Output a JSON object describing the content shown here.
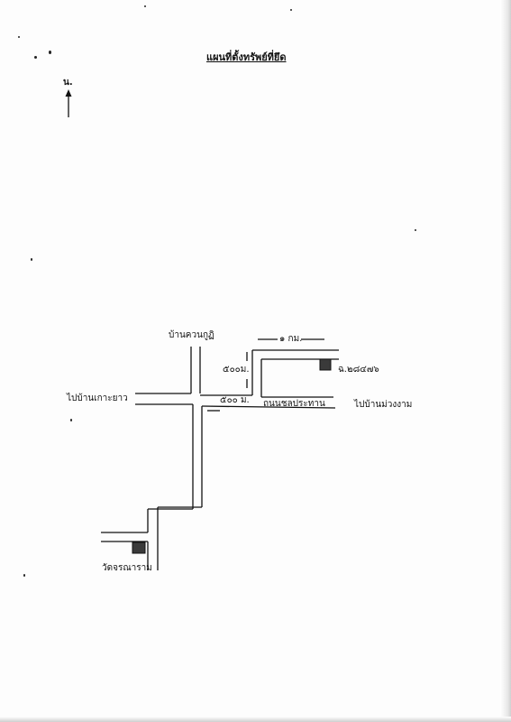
{
  "title": "แผนที่ตั้งทรัพย์ที่ยึด",
  "north_label": "น.",
  "labels": {
    "ban_khuan_kut": "บ้านควนกูฏิ",
    "scale_1km": "๑ กม.",
    "dist_500m_vertical": "๕๐๐ม.",
    "parcel_no": "ฉ.๒๘๔๗๖",
    "to_ban_ko_yao": "ไปบ้านเกาะยาว",
    "dist_500m_road": "๕๐๐ ม.",
    "road_name": "ถนนชลประทาน",
    "to_ban_muang_ngam": "ไปบ้านม่วงงาม",
    "wat_chon_naram": "วัดจรณาราม"
  },
  "colors": {
    "ink": "#111111",
    "marker_fill": "#3a3a3a"
  }
}
